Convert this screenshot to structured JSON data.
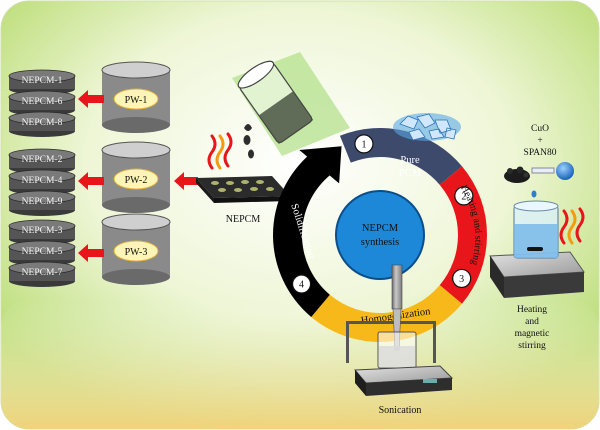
{
  "nepcm_samples": {
    "group1": [
      "NEPCM-1",
      "NEPCM-6",
      "NEPCM-8"
    ],
    "group2": [
      "NEPCM-2",
      "NEPCM-4",
      "NEPCM-9"
    ],
    "group3": [
      "NEPCM-3",
      "NEPCM-5",
      "NEPCM-7"
    ]
  },
  "pw_labels": [
    "PW-1",
    "PW-2",
    "PW-3"
  ],
  "nepcm_product_label": "NEPCM",
  "cycle": {
    "center_line1": "NEPCM",
    "center_line2": "synthesis",
    "steps": [
      {
        "num": "1",
        "label_line1": "Pure",
        "label_line2": "PCM",
        "color": "#3d4a6b"
      },
      {
        "num": "2",
        "label": "Heating and stirring",
        "color": "#e8161b"
      },
      {
        "num": "3",
        "label": "Homogenization",
        "color": "#f7b81a"
      },
      {
        "num": "4",
        "label": "Solidification",
        "color": "#000000"
      }
    ]
  },
  "additives": {
    "line1": "CuO",
    "line2": "+",
    "line3": "SPAN80"
  },
  "heating_caption": {
    "line1": "Heating",
    "line2": "and",
    "line3": "magnetic",
    "line4": "stirring"
  },
  "sonication_caption": "Sonication",
  "colors": {
    "pw_fill": "#fdf5b5",
    "pw_outline": "#e0b040",
    "arrow_red": "#e8161b",
    "center_blue": "#1e88d8",
    "background_green": "#cde79a"
  }
}
